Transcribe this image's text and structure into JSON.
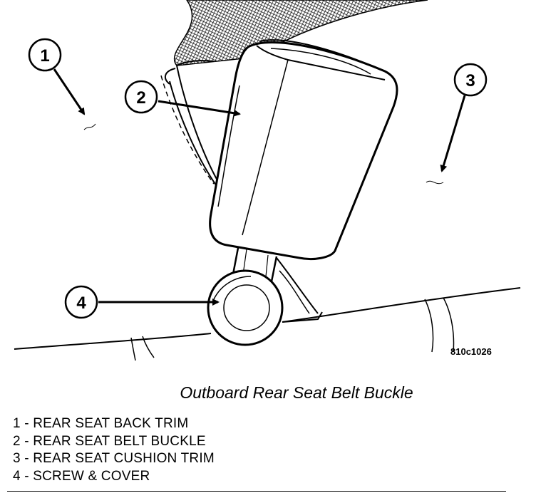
{
  "figure": {
    "code": "810c1026",
    "caption": "Outboard Rear Seat Belt Buckle"
  },
  "callouts": [
    {
      "number": "1"
    },
    {
      "number": "2"
    },
    {
      "number": "3"
    },
    {
      "number": "4"
    }
  ],
  "legend": [
    {
      "text": "1 - REAR SEAT BACK TRIM"
    },
    {
      "text": "2 - REAR SEAT BELT BUCKLE"
    },
    {
      "text": "3 - REAR SEAT CUSHION TRIM"
    },
    {
      "text": "4 - SCREW & COVER"
    }
  ]
}
